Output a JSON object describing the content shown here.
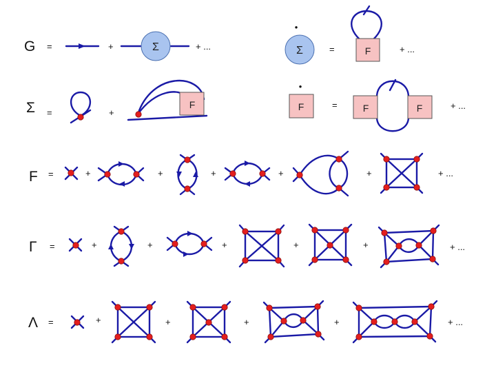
{
  "rows": {
    "g": {
      "lhs": "G",
      "eq": "=",
      "plus_1": "+",
      "ellipsis": "+ ...",
      "sigma_label": "Σ"
    },
    "sigma": {
      "lhs": "Σ",
      "eq": "=",
      "plus_1": "+",
      "f_label": "F"
    },
    "f": {
      "lhs": "F",
      "eq": "=",
      "plus": "+",
      "ellipsis": "+ ..."
    },
    "gamma": {
      "lhs": "Γ",
      "eq": "=",
      "plus": "+",
      "ellipsis": "+ ..."
    },
    "lambda": {
      "lhs": "Λ",
      "eq": "=",
      "plus": "+",
      "ellipsis": "+ ..."
    }
  },
  "right_eqs": {
    "sigma_dot": {
      "dot": "•",
      "lhs_label": "Σ",
      "eq": "=",
      "f_label": "F",
      "ellipsis": "+ ..."
    },
    "f_dot": {
      "dot": "•",
      "lhs_label": "F",
      "eq": "=",
      "f_label_left": "F",
      "f_label_right": "F",
      "ellipsis": "+ ..."
    }
  },
  "colors": {
    "line": "#1a1aa6",
    "vertex": "#e41e1e",
    "f_box": "#f7c2c2",
    "sigma_blob": "#a9c4ef"
  }
}
